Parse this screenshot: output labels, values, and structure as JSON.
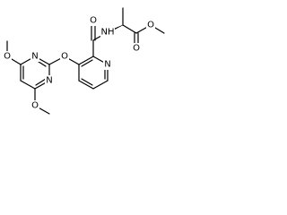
{
  "diagram": {
    "type": "chemical-structure",
    "atoms": {
      "carbonyl_oxygen": "O",
      "ester_oxygen": "O",
      "amide_nitrogen": "NH",
      "amide_oxygen": "O",
      "ether_oxygen": "O",
      "pyridine_nitrogen": "N",
      "pyrimidine_nitrogen_upper": "N",
      "pyrimidine_nitrogen_lower": "N",
      "methoxy_oxygen_left": "O",
      "methoxy_oxygen_bottom": "O"
    }
  }
}
